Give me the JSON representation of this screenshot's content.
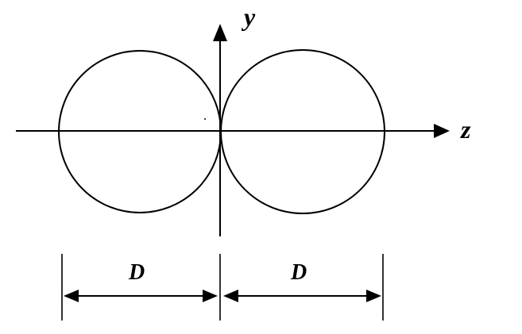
{
  "axes": {
    "vertical_label": "y",
    "horizontal_label": "z"
  },
  "dimensions": {
    "left_label": "D",
    "right_label": "D"
  },
  "colors": {
    "stroke": "#000000",
    "background": "#ffffff"
  }
}
